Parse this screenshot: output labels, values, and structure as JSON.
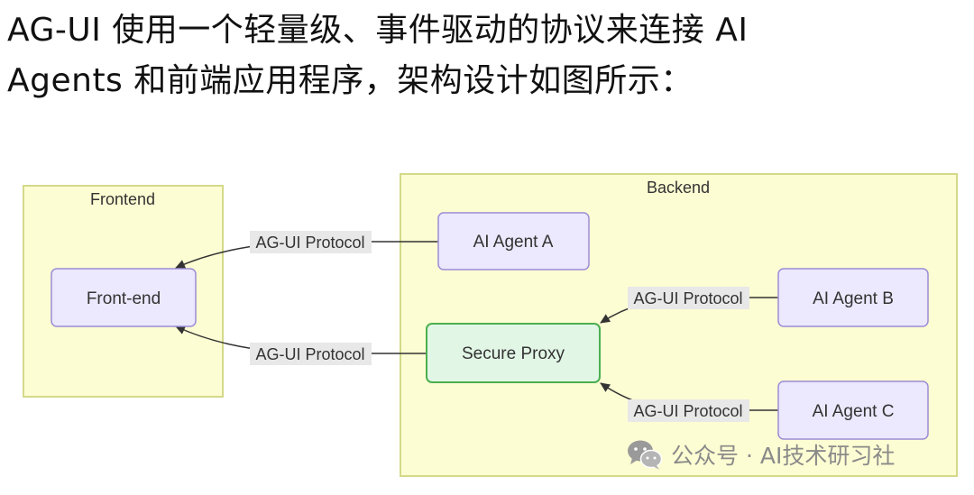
{
  "intro": {
    "line1": "AG-UI 使用一个轻量级、事件驱动的协议来连接 AI",
    "line2": "Agents 和前端应用程序，架构设计如图所示："
  },
  "diagram": {
    "groups": {
      "frontend": "Frontend",
      "backend": "Backend"
    },
    "nodes": {
      "front_end": "Front-end",
      "agent_a": "AI Agent A",
      "secure_proxy": "Secure Proxy",
      "agent_b": "AI Agent B",
      "agent_c": "AI Agent C"
    },
    "edges": {
      "frontend_to_agent_a": "AG-UI Protocol",
      "frontend_to_proxy": "AG-UI Protocol",
      "proxy_to_agent_b": "AG-UI Protocol",
      "proxy_to_agent_c": "AG-UI Protocol"
    }
  },
  "colors": {
    "group_fill": "#fdfdd3",
    "group_stroke": "#d4d98a",
    "node_fill": "#ece8fd",
    "node_stroke": "#9b8cd6",
    "proxy_fill": "#e2f6e6",
    "proxy_stroke": "#4caf50"
  },
  "watermark": {
    "icon": "wechat-icon",
    "text": "公众号 · AI技术研习社"
  }
}
